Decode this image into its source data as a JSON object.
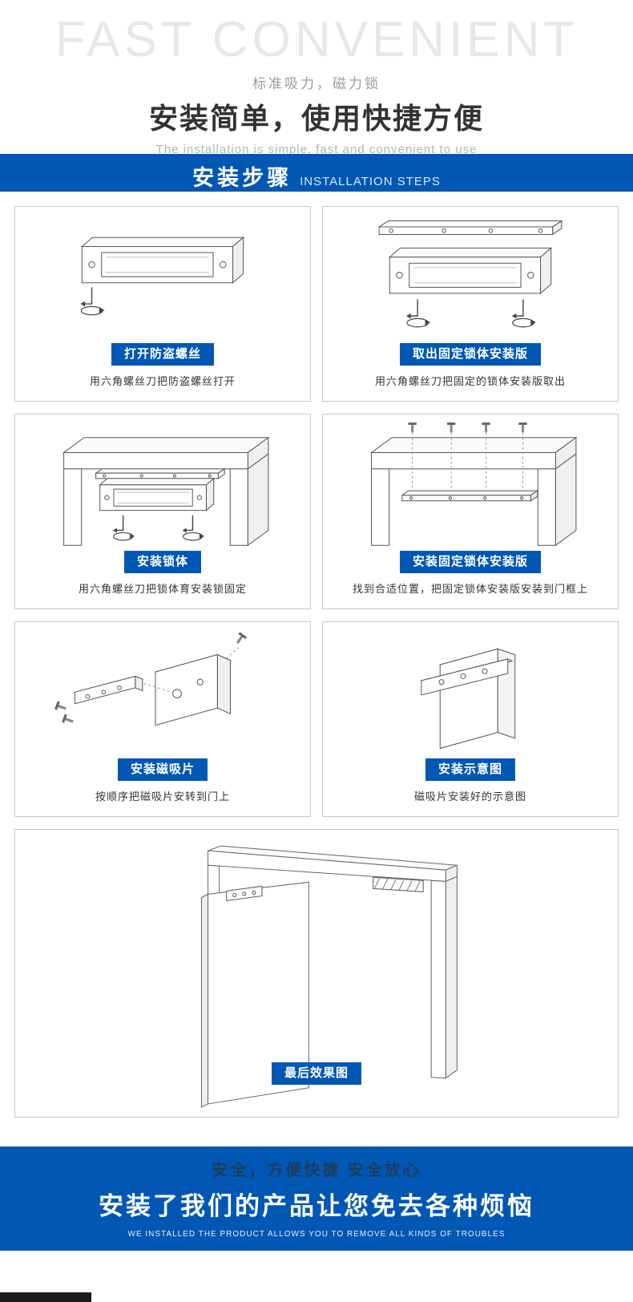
{
  "colors": {
    "accent": "#0057b4"
  },
  "header": {
    "watermark": "FAST  CONVENIENT",
    "tagline": "标准吸力，磁力锁",
    "title": "安装简单，使用快捷方便",
    "subtitle_en": "The installation is simple, fast and convenient to use"
  },
  "section_banner": {
    "title_cn": "安装步骤",
    "title_en": "INSTALLATION STEPS"
  },
  "steps": [
    {
      "label": "打开防盗螺丝",
      "desc": "用六角螺丝刀把防盗螺丝打开"
    },
    {
      "label": "取出固定锁体安装版",
      "desc": "用六角螺丝刀把固定的锁体安装版取出"
    },
    {
      "label": "安装锁体",
      "desc": "用六角螺丝刀把锁体育安装锁固定"
    },
    {
      "label": "安装固定锁体安装版",
      "desc": "找到合适位置，把固定锁体安装版安装到门框上"
    },
    {
      "label": "安装磁吸片",
      "desc": "按顺序把磁吸片安转到门上"
    },
    {
      "label": "安装示意图",
      "desc": "磁吸片安装好的示意图"
    }
  ],
  "final_step": {
    "label": "最后效果图"
  },
  "footer": {
    "tagline": "安全，方便快捷 安全放心",
    "headline": "安装了我们的产品让您免去各种烦恼",
    "subline_en": "WE INSTALLED THE PRODUCT ALLOWS YOU TO REMOVE ALL KINDS OF TROUBLES"
  }
}
